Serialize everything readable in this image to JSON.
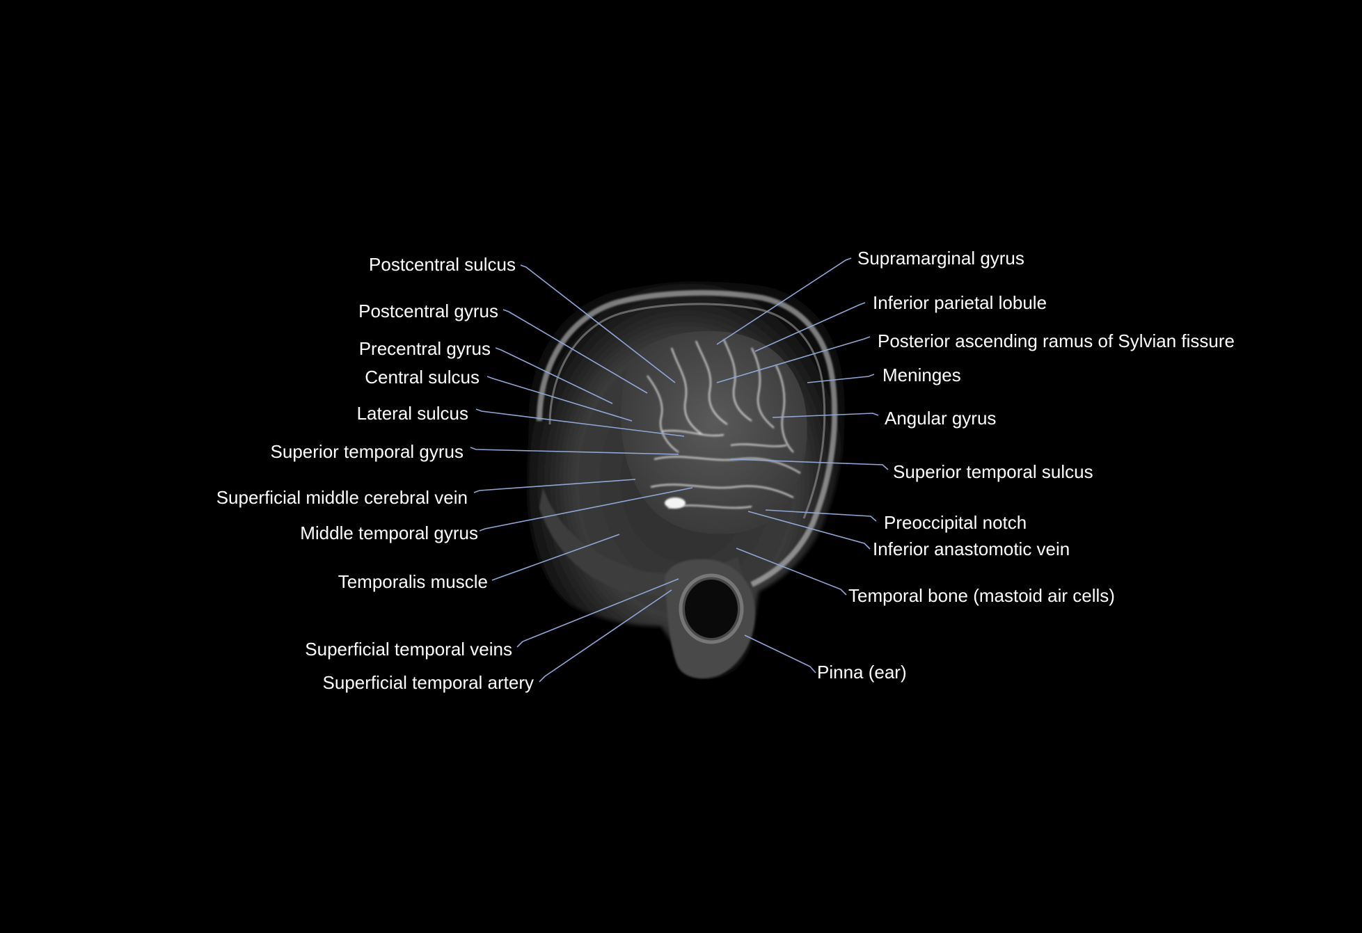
{
  "labels": {
    "postcentral_sulcus": "Postcentral sulcus",
    "postcentral_gyrus": "Postcentral gyrus",
    "precentral_gyrus": "Precentral gyrus",
    "central_sulcus": "Central sulcus",
    "lateral_sulcus": "Lateral sulcus",
    "superior_temporal_gyrus": "Superior temporal gyrus",
    "superficial_middle_cerebral_vein": "Superficial middle cerebral vein",
    "middle_temporal_gyrus": "Middle temporal gyrus",
    "temporalis_muscle": "Temporalis muscle",
    "superficial_temporal_veins": "Superficial temporal veins",
    "superficial_temporal_artery": "Superficial temporal artery",
    "supramarginal_gyrus": "Supramarginal gyrus",
    "inferior_parietal_lobule": "Inferior parietal lobule",
    "posterior_ascending_ramus": "Posterior ascending ramus of Sylvian fissure",
    "meninges": "Meninges",
    "angular_gyrus": "Angular gyrus",
    "superior_temporal_sulcus": "Superior temporal sulcus",
    "preoccipital_notch": "Preoccipital notch",
    "inferior_anastomotic_vein": "Inferior anastomotic vein",
    "temporal_bone": "Temporal bone (mastoid air cells)",
    "pinna": "Pinna (ear)"
  },
  "colors": {
    "background": "#000000",
    "label_text": "#ffffff",
    "leader_line": "#8fa8d8"
  }
}
